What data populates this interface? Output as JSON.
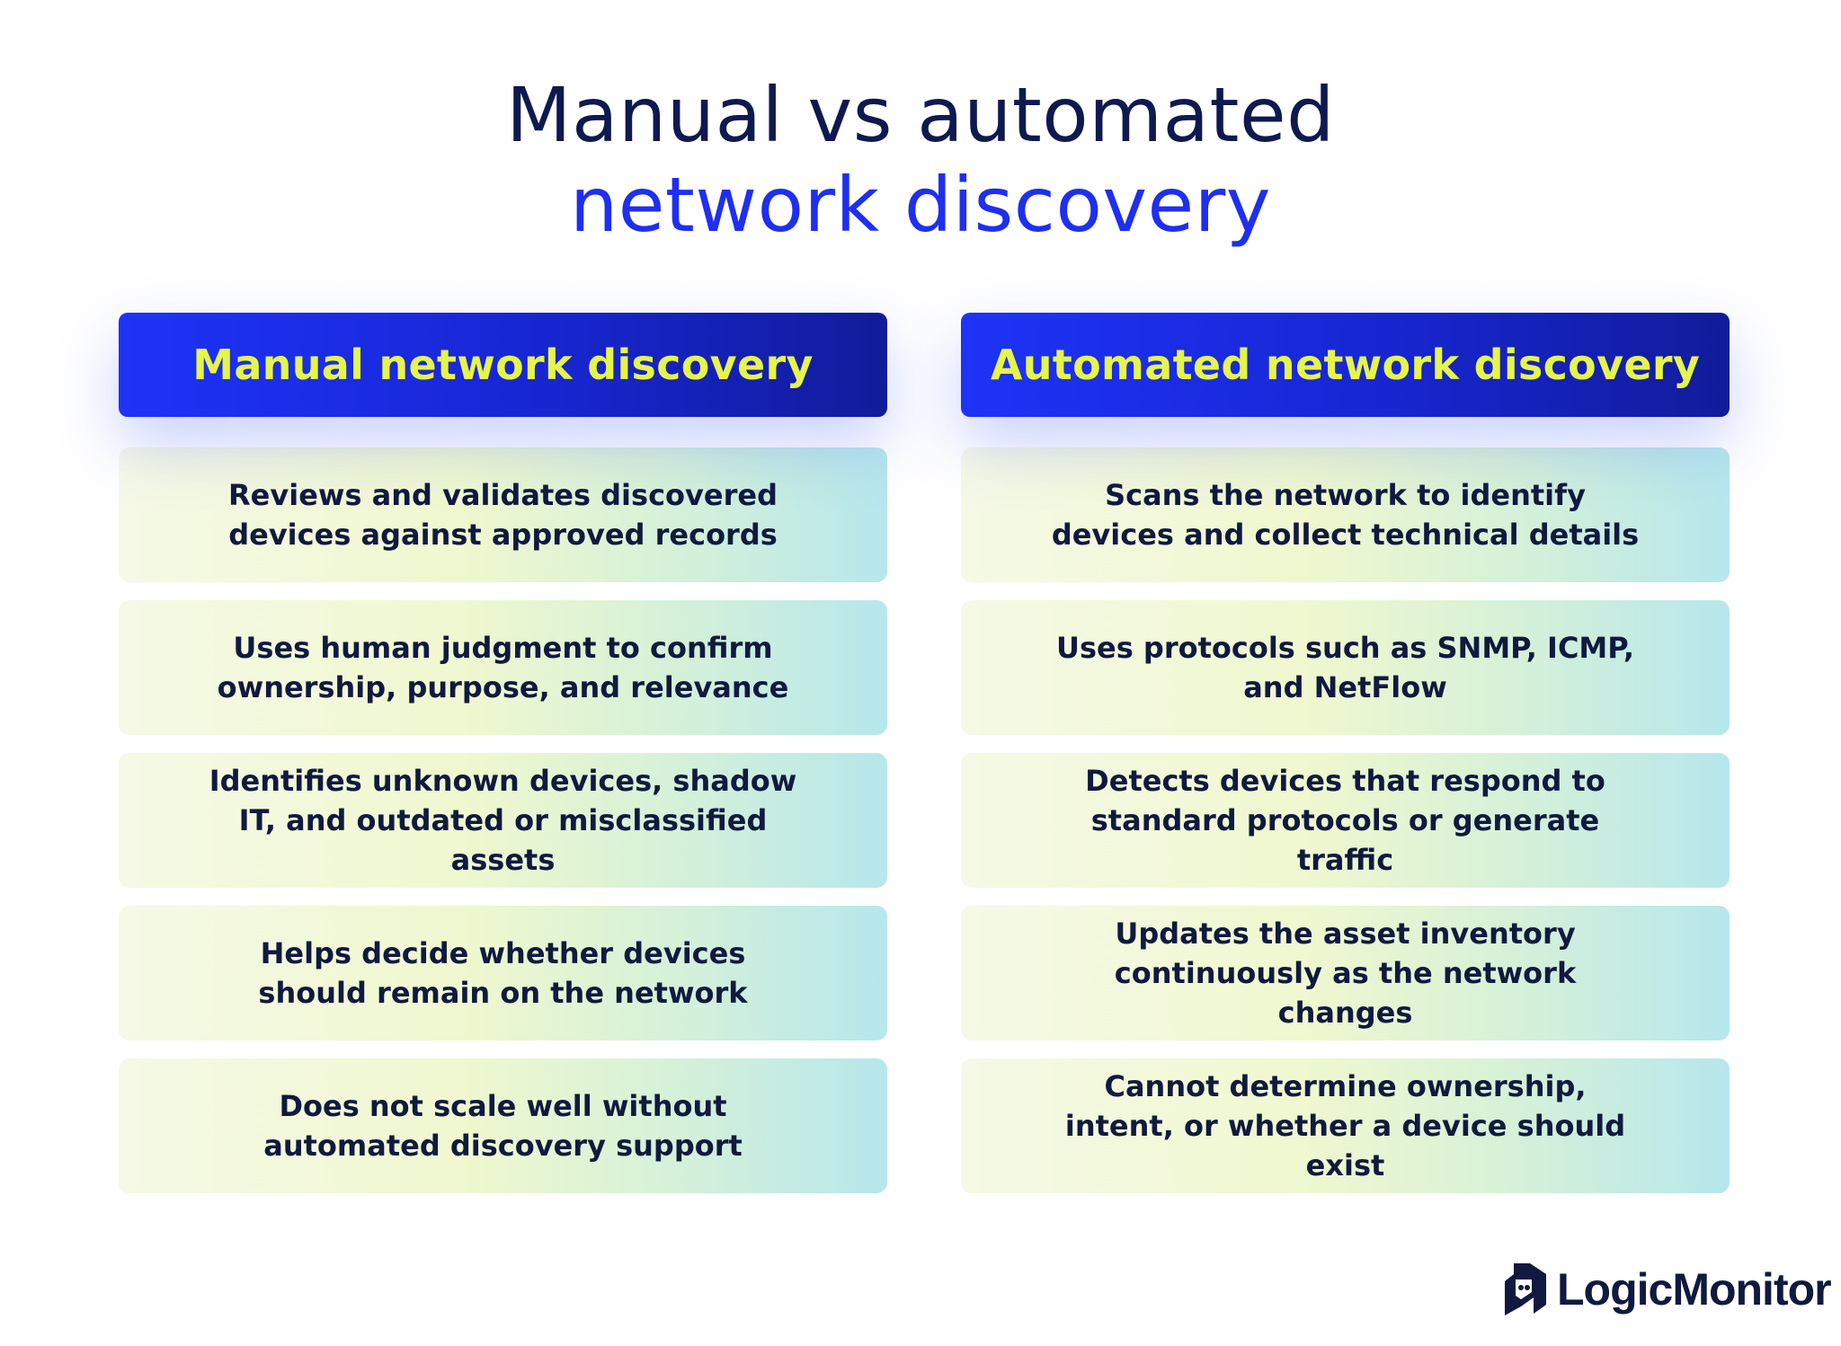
{
  "title": {
    "line1": "Manual vs automated",
    "line2": "network discovery"
  },
  "colors": {
    "navy": "#0e1a4f",
    "blue": "#1e2ff0",
    "header_text": "#e6f54a"
  },
  "columns": [
    {
      "header": "Manual network discovery",
      "items": [
        "Reviews and validates discovered devices against approved records",
        "Uses human judgment to confirm ownership, purpose, and relevance",
        "Identifies unknown devices, shadow IT, and outdated or misclassified assets",
        "Helps decide whether devices should remain on the network",
        "Does not scale well without automated discovery support"
      ]
    },
    {
      "header": "Automated network discovery",
      "items": [
        "Scans the network to identify devices and collect technical details",
        "Uses protocols such as SNMP, ICMP, and NetFlow",
        "Detects devices that respond to standard protocols or generate traffic",
        "Updates the asset inventory continuously as the network changes",
        "Cannot determine ownership, intent, or whether a device should exist"
      ]
    }
  ],
  "logo": {
    "text": "LogicMonitor",
    "icon": "logicmonitor-logo-icon"
  }
}
